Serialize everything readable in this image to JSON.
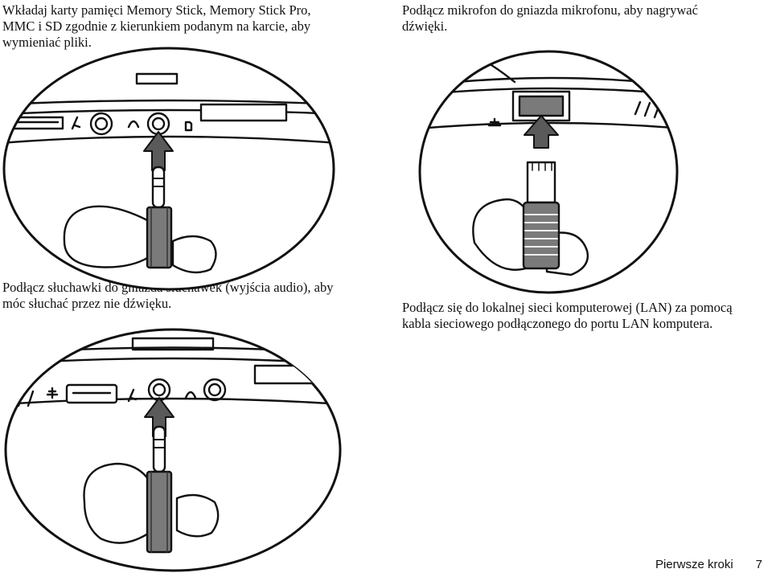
{
  "captions": {
    "memory_card": [
      "Wkładaj karty pamięci Memory Stick, Memory Stick Pro,",
      "MMC i SD zgodnie z kierunkiem podanym na karcie, aby",
      "wymieniać pliki."
    ],
    "microphone": [
      "Podłącz mikrofon do gniazda mikrofonu, aby nagrywać",
      "dźwięki."
    ],
    "headphones": [
      "Podłącz słuchawki do gniazda słuchawek (wyjścia audio), aby",
      "móc słuchać przez nie dźwięku."
    ],
    "lan": [
      "Podłącz się do lokalnej sieci komputerowej (LAN) za pomocą",
      "kabla sieciowego podłączonego do portu LAN komputera."
    ]
  },
  "footer": {
    "section": "Pierwsze kroki",
    "page_number": "7"
  },
  "icons": [
    "mic-icon",
    "headphone-icon",
    "card-slot-icon",
    "usb-icon",
    "lan-icon"
  ],
  "colors": {
    "ink": "#111111",
    "arrow_fill": "#5a5a5a",
    "plug_fill": "#7a7a7a",
    "surface": "#ffffff"
  }
}
